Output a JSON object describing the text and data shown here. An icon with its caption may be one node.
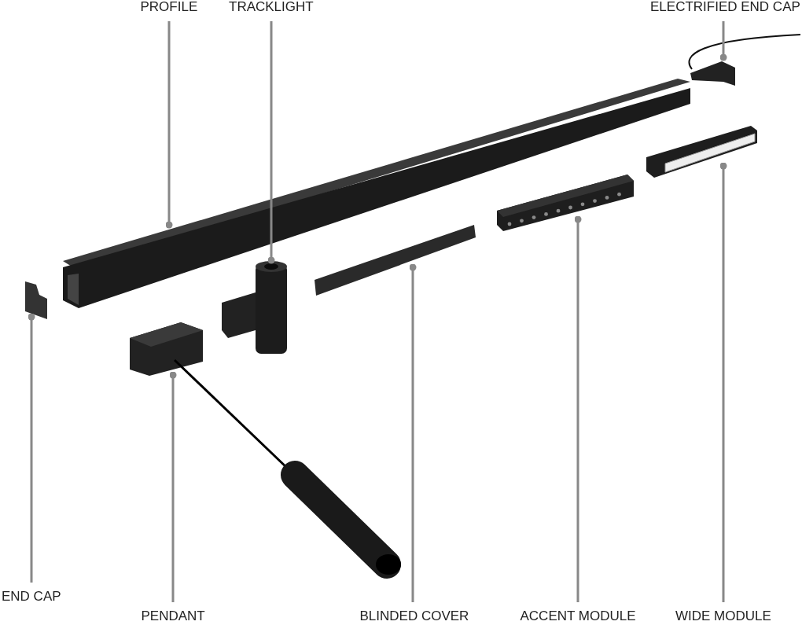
{
  "diagram": {
    "nodes": [
      {
        "text": [
          "PROFILE"
        ]
      },
      {
        "text": [],
        "shape": "picture"
      },
      {
        "text": [
          "TRACKLIGHT"
        ]
      },
      {
        "text": [],
        "shape": "picture"
      },
      {
        "text": [
          "ELECTRIFIED END CAP"
        ]
      },
      {
        "text": [],
        "shape": "picture"
      },
      {
        "text": [
          "END CAP"
        ]
      },
      {
        "text": [],
        "shape": "picture"
      },
      {
        "text": [
          "PENDANT"
        ]
      },
      {
        "text": [],
        "shape": "picture"
      },
      {
        "text": [
          "BLINDED COVER"
        ]
      },
      {
        "text": [],
        "shape": "picture"
      },
      {
        "text": [
          "ACCENT MODULE"
        ]
      },
      {
        "text": [],
        "shape": "picture"
      },
      {
        "text": [
          "WIDE MODULE"
        ]
      },
      {
        "text": [],
        "shape": "picture"
      }
    ],
    "edges": [
      {
        "from": 0,
        "to": 1,
        "arrow": "other"
      },
      {
        "from": 2,
        "to": 3,
        "arrow": "other"
      },
      {
        "from": 4,
        "to": 5,
        "arrow": "other"
      },
      {
        "from": 6,
        "to": 7,
        "arrow": "other"
      },
      {
        "from": 8,
        "to": 9,
        "arrow": "other"
      },
      {
        "from": 10,
        "to": 11,
        "arrow": "other"
      },
      {
        "from": 12,
        "to": 13,
        "arrow": "other"
      },
      {
        "from": 14,
        "to": 15,
        "arrow": "other"
      }
    ]
  }
}
